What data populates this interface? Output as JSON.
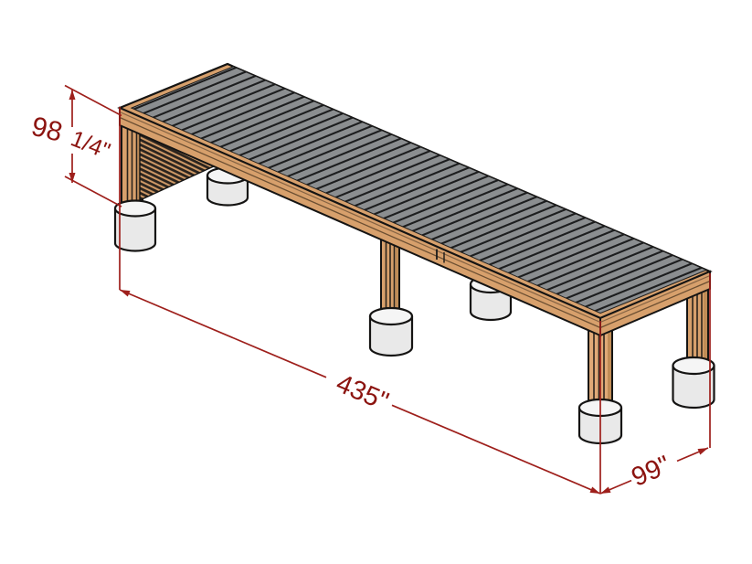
{
  "drawing": {
    "title": "pergola-construction-drawing",
    "background_color": "#ffffff",
    "annotation_line_color": "#9e1f1b",
    "annotation_text_color": "#8c1410",
    "materials": {
      "wood_color": "#d7a06c",
      "wood_dark_color": "#c08c56",
      "roof_slat_color": "#8b8e90",
      "roof_gap_color": "#1d1e1f",
      "footing_color": "#ebebeb",
      "outline_color": "#151413"
    },
    "dimensions": {
      "height": {
        "label": "98 1/4\"",
        "main": "98",
        "fraction": "1/4\""
      },
      "length": {
        "label": "435\""
      },
      "depth": {
        "label": "99\""
      }
    }
  }
}
